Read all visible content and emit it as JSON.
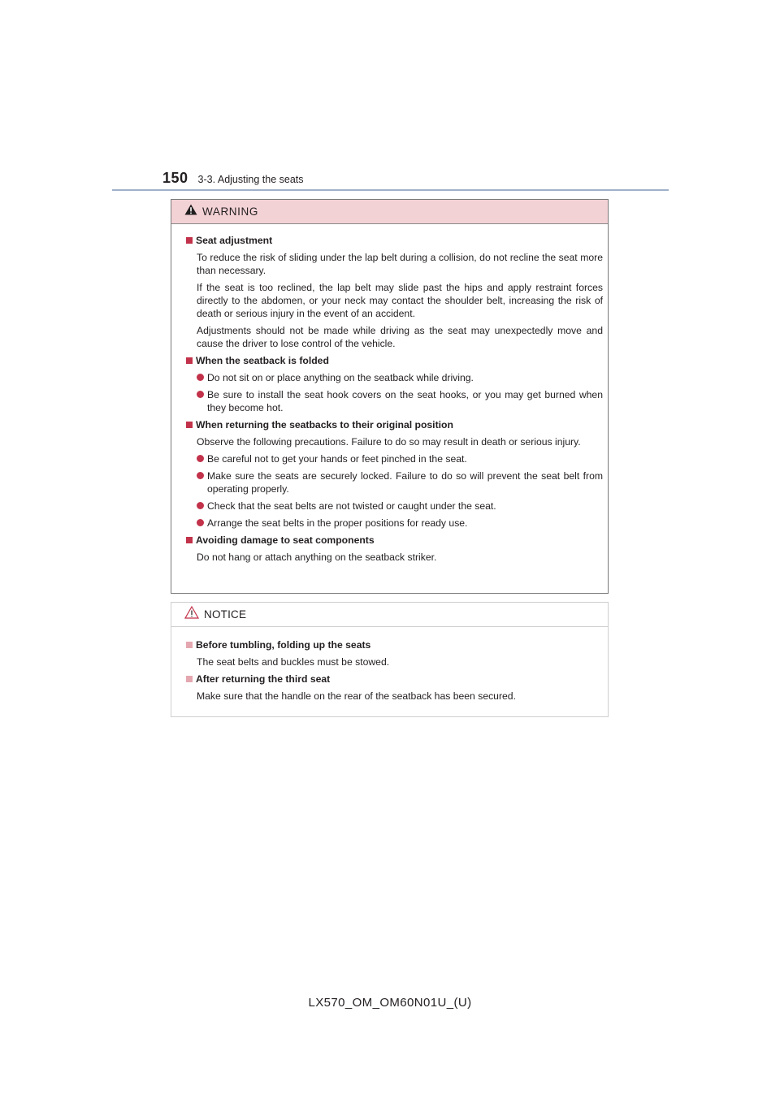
{
  "header": {
    "page_number": "150",
    "section_title": "3-3. Adjusting the seats"
  },
  "warning": {
    "icon": "warning-triangle-filled",
    "title": "WARNING",
    "seat_adjustment": {
      "heading": "Seat adjustment",
      "p1": "To reduce the risk of sliding under the lap belt during a collision, do not recline the seat more than necessary.",
      "p2": "If the seat is too reclined, the lap belt may slide past the hips and apply restraint forces directly to the abdomen, or your neck may contact the shoulder belt, increasing the risk of death or serious injury in the event of an accident.",
      "p3": "Adjustments should not be made while driving as the seat may unexpectedly move and cause the driver to lose control of the vehicle."
    },
    "seatback_folded": {
      "heading": "When the seatback is folded",
      "b1": "Do not sit on or place anything on the seatback while driving.",
      "b2": "Be sure to install the seat hook covers on the seat hooks, or you may get burned when they become hot."
    },
    "returning": {
      "heading": "When returning the seatbacks to their original position",
      "p1": "Observe the following precautions. Failure to do so may result in death or serious injury.",
      "b1": "Be careful not to get your hands or feet pinched in the seat.",
      "b2": "Make sure the seats are securely locked. Failure to do so will prevent the seat belt from operating properly.",
      "b3": "Check that the seat belts are not twisted or caught under the seat.",
      "b4": "Arrange the seat belts in the proper positions for ready use."
    },
    "avoiding_damage": {
      "heading": "Avoiding damage to seat components",
      "p1": "Do not hang or attach anything on the seatback striker."
    }
  },
  "notice": {
    "icon": "warning-triangle-outline",
    "title": "NOTICE",
    "tumbling": {
      "heading": "Before tumbling, folding up the seats",
      "p1": "The seat belts and buckles must be stowed."
    },
    "third_seat": {
      "heading": "After returning the third seat",
      "p1": "Make sure that the handle on the rear of the seatback has been secured."
    }
  },
  "footer": {
    "doc_code": "LX570_OM_OM60N01U_(U)"
  },
  "colors": {
    "accent_red": "#c2324a",
    "warning_header_bg": "#f3d2d6",
    "header_rule": "#9fb1c9"
  }
}
